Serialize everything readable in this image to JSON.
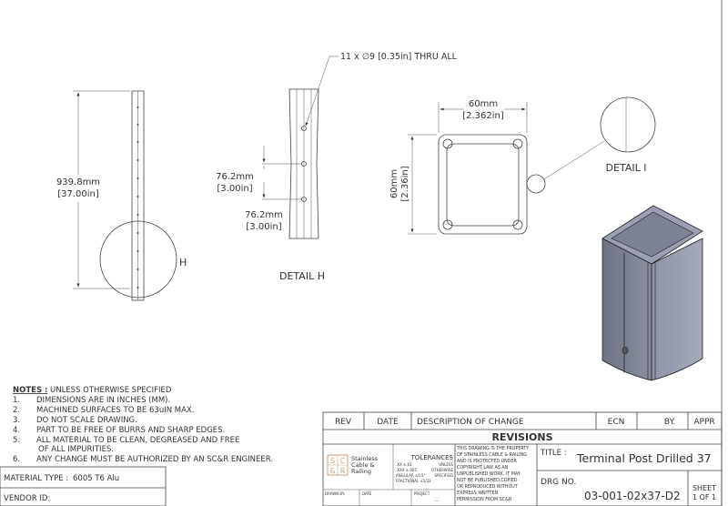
{
  "views": {
    "front": {
      "length_mm": "939.8mm",
      "length_in": "[37.00in]",
      "detail_callout": "H"
    },
    "detail_h": {
      "label": "DETAIL H",
      "hole_note": "11 x ∅9 [0.35in] THRU ALL",
      "spacing1_mm": "76.2mm",
      "spacing1_in": "[3.00in]",
      "spacing2_mm": "76.2mm",
      "spacing2_in": "[3.00in]"
    },
    "section": {
      "width_mm": "60mm",
      "width_in": "[2.362in]",
      "height_mm": "60mm",
      "height_in": "[2.36in]"
    },
    "detail_i": {
      "label": "DETAIL I"
    }
  },
  "notes": {
    "heading": "NOTES :",
    "subheading": "UNLESS OTHERWISE SPECIFIED",
    "items": [
      {
        "num": "1.",
        "text": "DIMENSIONS ARE IN INCHES (MM)."
      },
      {
        "num": "2.",
        "text": "MACHINED SURFACES TO BE 63uIN MAX."
      },
      {
        "num": "3.",
        "text": "DO NOT SCALE DRAWING."
      },
      {
        "num": "4.",
        "text": "PART TO BE FREE OF BURRS AND SHARP EDGES."
      },
      {
        "num": "5.",
        "text": "ALL MATERIAL TO BE CLEAN, DEGREASED AND FREE",
        "cont": "OF ALL IMPURITIES."
      },
      {
        "num": "6.",
        "text": "ANY CHANGE MUST BE AUTHORIZED BY AN SC&R ENGINEER."
      }
    ]
  },
  "material": {
    "label": "MATERIAL TYPE :",
    "value": "6005 T6 Alu",
    "vendor_label": "VENDOR ID:"
  },
  "revisions": {
    "columns": [
      "REV",
      "DATE",
      "DESCRIPTION OF CHANGE",
      "ECN",
      "BY.",
      "APPR"
    ],
    "title": "REVISIONS"
  },
  "title_block": {
    "logo_letters": [
      "S",
      "C",
      "&",
      "R"
    ],
    "company": [
      "Stainless",
      "Cable &",
      "Railing"
    ],
    "tolerances_title": "TOLERANCES",
    "tolerances": [
      ".XX ±.01",
      ".XXX ±.005",
      "ANGULAR ±0.5°",
      "FRACTIONAL ±1/32"
    ],
    "tolerances_right": [
      "UNLESS",
      "OTHERWISE",
      "SPECIFIED"
    ],
    "copyright": [
      "THIS DRAWING IS THE PROPERTY",
      "OF STAINLESS CABLE & RAILING",
      "AND IS PROTECTED UNDER",
      "COPYRIGHT LAW AS AN",
      "UNPUBLISHED WORK. IT MAY",
      "NOT BE PUBLISHED,COPIED",
      "OR REPRODUCED WITHOUT",
      "EXPRESS WRITTEN",
      "PERMISSION FROM SC&R"
    ],
    "drawn_by_label": "DRAWN BY.",
    "date_label": "DATE",
    "project_label": "PROJECT",
    "project_value": "--",
    "title_label": "TITLE :",
    "title_value": "Terminal Post Drilled 37",
    "drg_label": "DRG NO.",
    "drg_value": "03-001-02x37-D2",
    "sheet_label": "SHEET",
    "sheet_value": "1 OF 1"
  }
}
